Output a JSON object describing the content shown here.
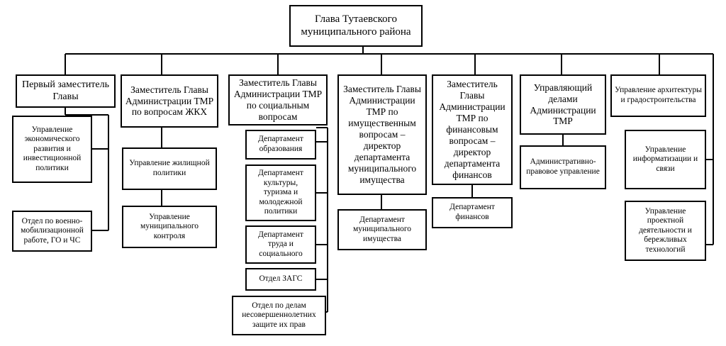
{
  "top": "Глава Тутаевского муниципального района",
  "columns": [
    {
      "head": "Первый заместитель Главы",
      "subs": [
        "Управление экономического развития и инвестиционной политики",
        "Отдел по военно-мобилизационной работе, ГО и ЧС"
      ]
    },
    {
      "head": "Заместитель Главы Администрации ТМР по вопросам ЖКХ",
      "subs": [
        "Управление жилищной политики",
        "Управление муниципального контроля"
      ]
    },
    {
      "head": "Заместитель Главы Администрации ТМР по социальным вопросам",
      "subs": [
        "Департамент образования",
        "Департамент культуры, туризма и молодежной политики",
        "Департамент труда и социального",
        "Отдел ЗАГС",
        "Отдел по делам несовершеннолетних защите их прав"
      ]
    },
    {
      "head": "Заместитель Главы Администрации ТМР по имущественным вопросам – директор департамента муниципального имущества",
      "subs": [
        "Департамент муниципального имущества"
      ]
    },
    {
      "head": "Заместитель Главы Администрации ТМР по финансовым вопросам – директор департамента финансов",
      "subs": [
        "Департамент финансов"
      ]
    },
    {
      "head": "Управляющий делами Администрации ТМР",
      "subs": [
        "Административно-правовое управление"
      ]
    },
    {
      "head": "",
      "subs": [
        "Управление архитектуры и градостроительства",
        "Управление информатизации и связи",
        "Управление проектной деятельности и бережливых технологий"
      ]
    }
  ]
}
